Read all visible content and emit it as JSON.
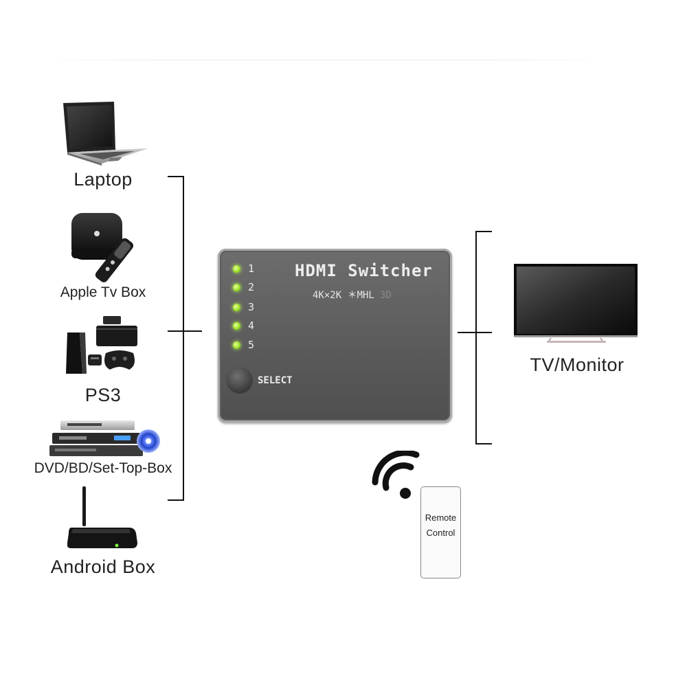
{
  "inputs": [
    {
      "label": "Laptop",
      "icon": "laptop-icon"
    },
    {
      "label": "Apple Tv Box",
      "icon": "apple-tv-box-icon"
    },
    {
      "label": "PS3",
      "icon": "game-console-icon"
    },
    {
      "label": "DVD/BD/Set-Top-Box",
      "icon": "dvd-player-icon"
    },
    {
      "label": "Android Box",
      "icon": "android-box-icon"
    }
  ],
  "switcher": {
    "title": "HDMI Switcher",
    "spec": "4K×2K ＊MHL",
    "spec_3d": "3D",
    "ports": [
      "1",
      "2",
      "3",
      "4",
      "5"
    ],
    "select_label": "SELECT",
    "led_color": "#9ee22b",
    "body_color": "#5e5e5e"
  },
  "output": {
    "label": "TV/Monitor",
    "icon": "tv-icon"
  },
  "remote": {
    "line1": "Remote",
    "line2": "Control",
    "signal_icon": "wireless-signal-icon"
  }
}
